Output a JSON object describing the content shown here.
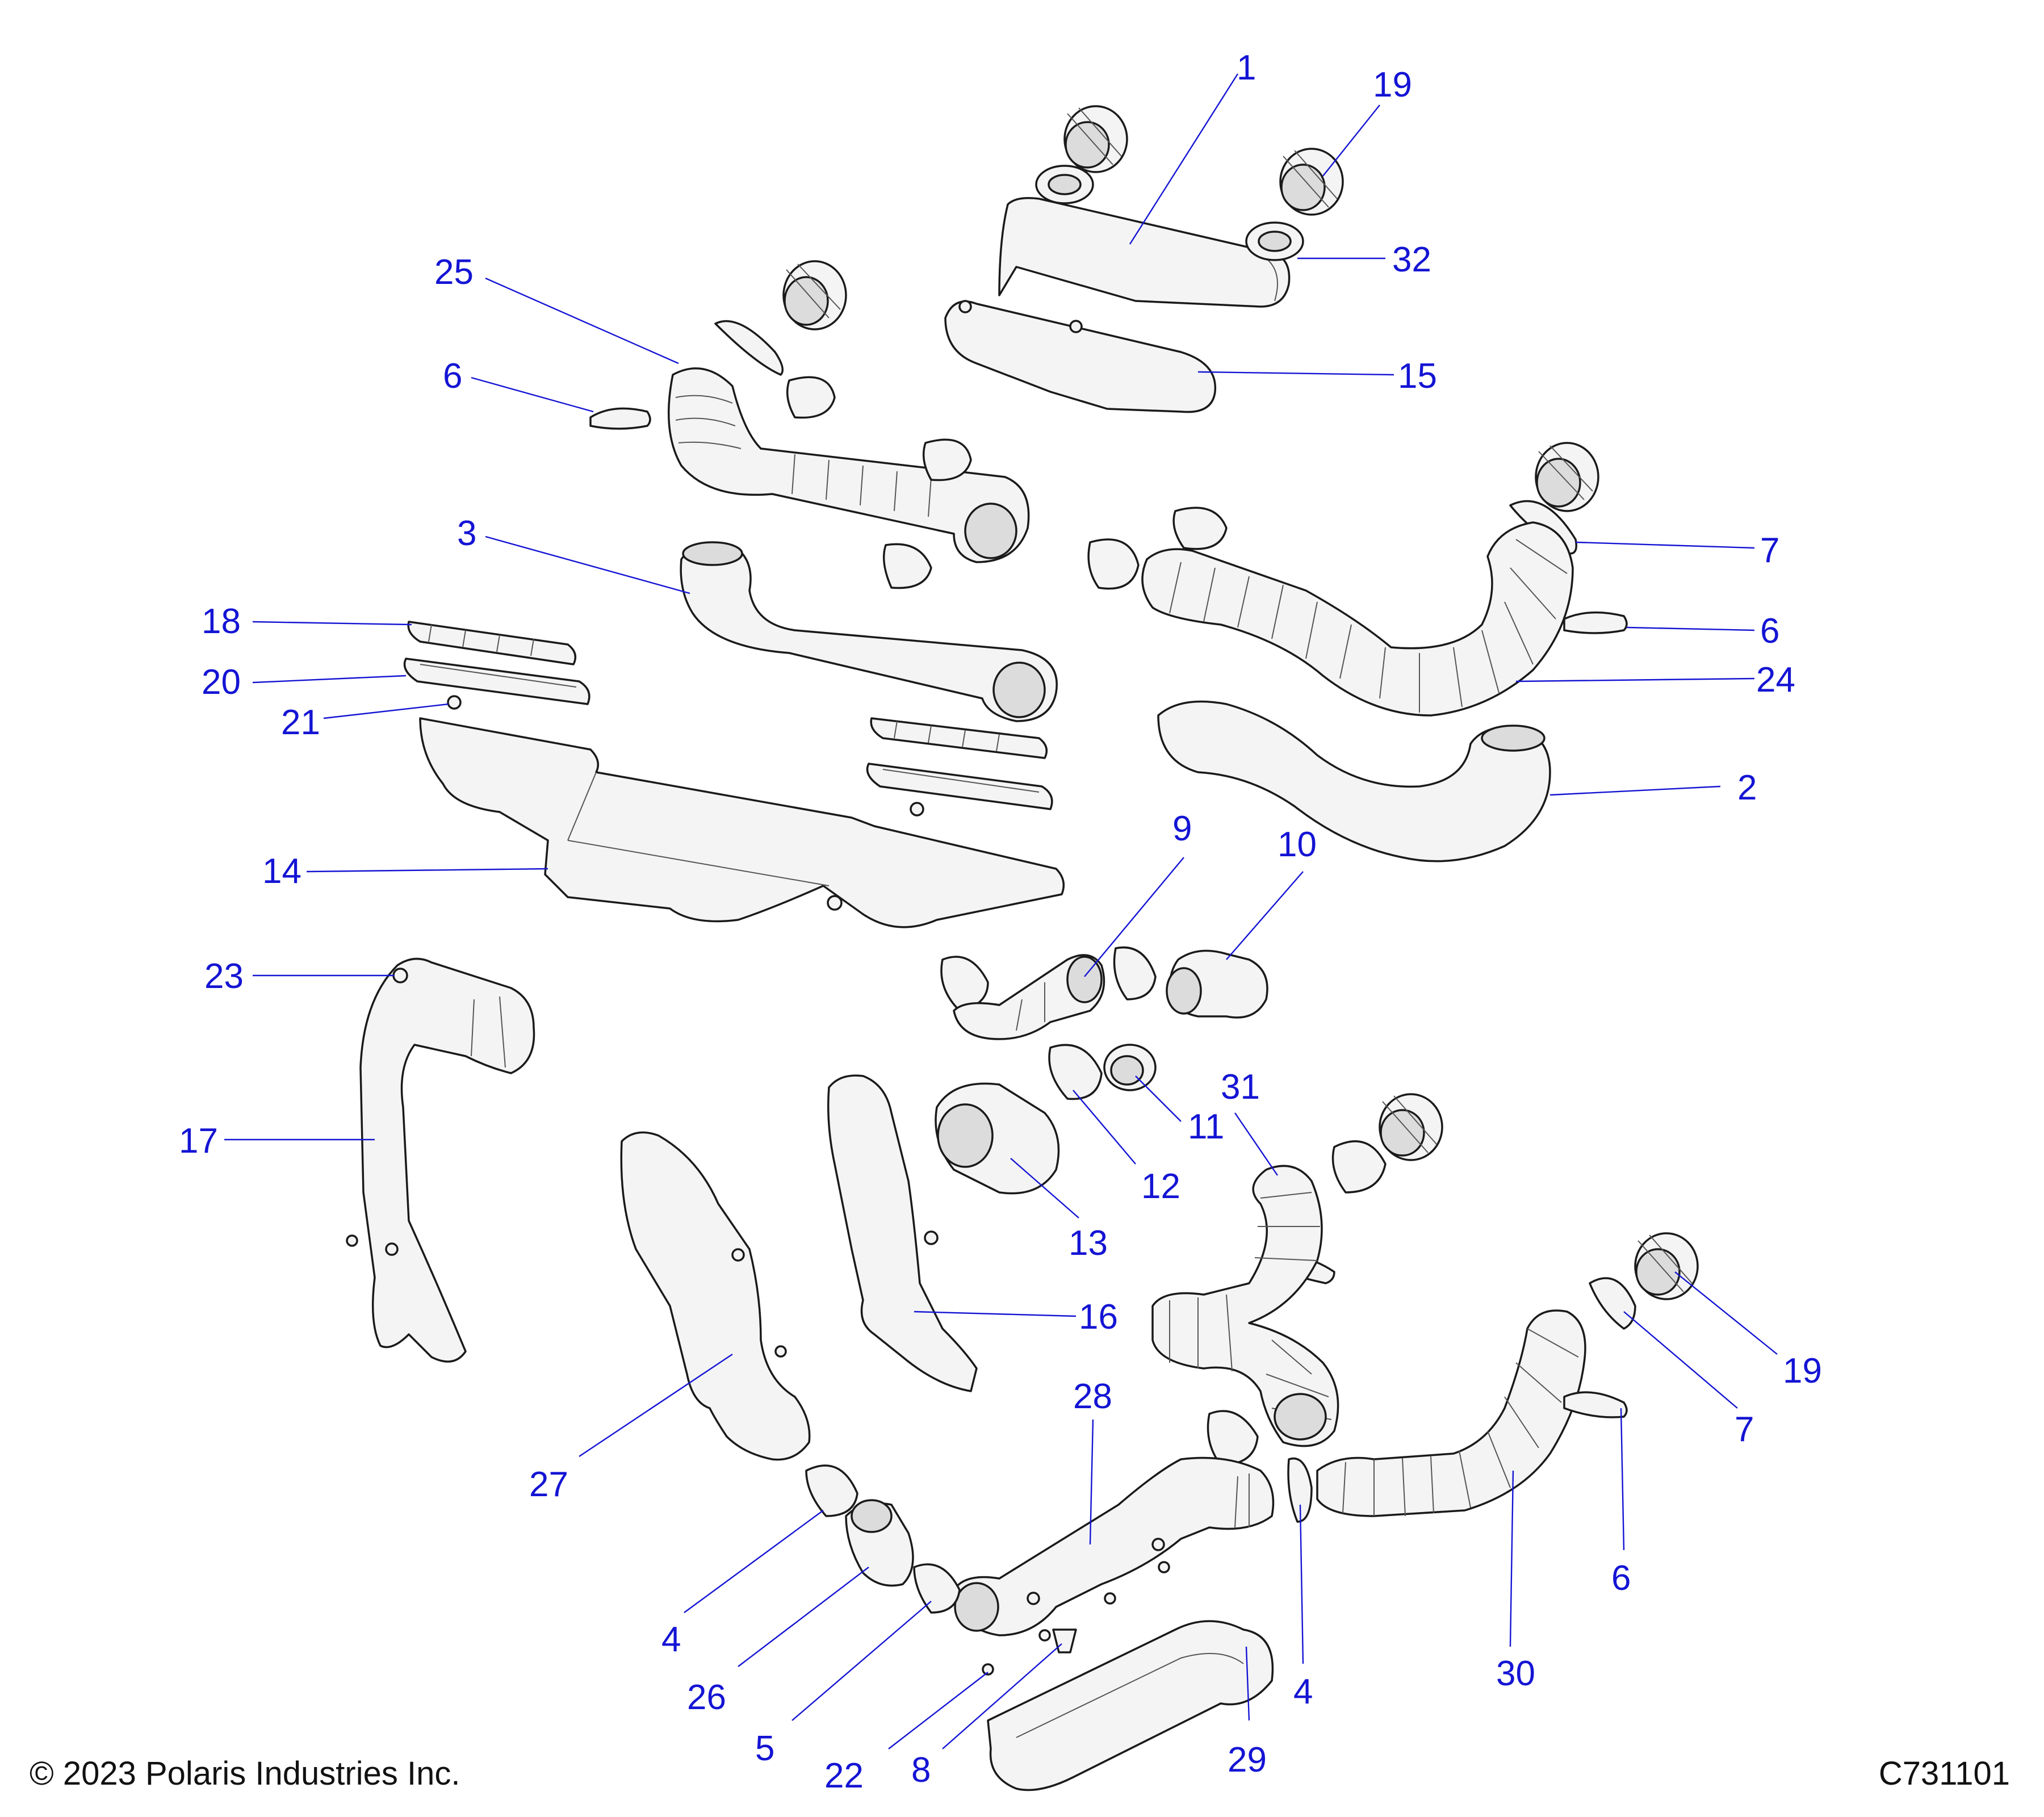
{
  "copyright": "© 2023 Polaris Industries Inc.",
  "diagram_code": "C731101",
  "callouts": [
    "1",
    "19",
    "32",
    "15",
    "25",
    "6",
    "3",
    "7",
    "6",
    "24",
    "18",
    "20",
    "21",
    "2",
    "14",
    "9",
    "10",
    "23",
    "11",
    "31",
    "12",
    "17",
    "13",
    "16",
    "28",
    "19",
    "7",
    "27",
    "4",
    "6",
    "26",
    "5",
    "30",
    "4",
    "22",
    "8",
    "29"
  ],
  "colors": {
    "callout": "#1414d4",
    "outline": "#1a1a1a",
    "part_fill": "#f4f4f4"
  }
}
